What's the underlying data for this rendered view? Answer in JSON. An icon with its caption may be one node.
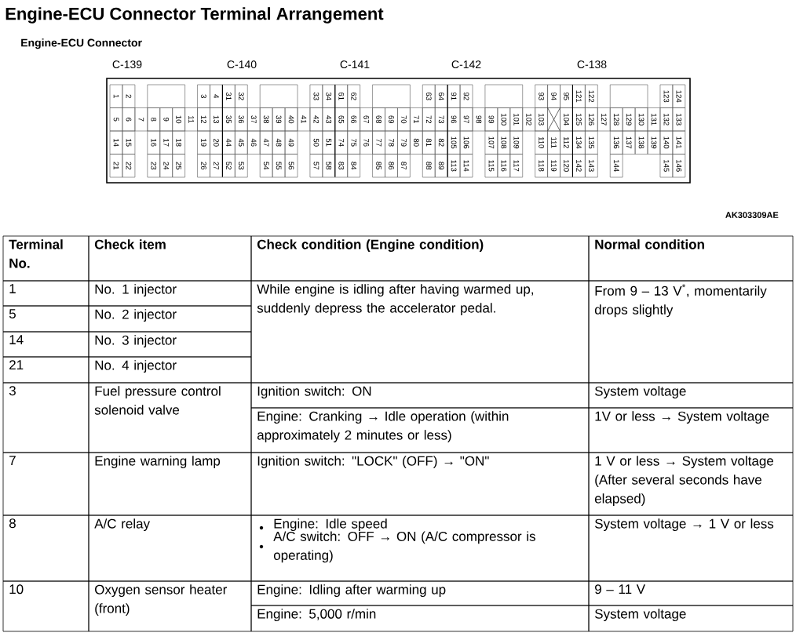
{
  "diagram": {
    "title": "Engine-ECU Connector Terminal Arrangement",
    "labels": [
      "Engine-ECU Connector",
      "C-139",
      "C-140",
      "C-141",
      "C-142",
      "C-138",
      "1",
      "2",
      "3",
      "4",
      "31",
      "32",
      "33",
      "34",
      "61",
      "62",
      "63",
      "64",
      "91",
      "92",
      "93",
      "94",
      "95",
      "121",
      "122",
      "123",
      "124",
      "5",
      "6",
      "7",
      "8",
      "9",
      "10",
      "11",
      "12",
      "13",
      "35",
      "36",
      "37",
      "38",
      "39",
      "40",
      "41",
      "42",
      "43",
      "65",
      "66",
      "67",
      "68",
      "69",
      "70",
      "71",
      "72",
      "73",
      "96",
      "97",
      "98",
      "99",
      "100",
      "101",
      "102",
      "103",
      "104",
      "125",
      "126",
      "127",
      "128",
      "129",
      "130",
      "131",
      "132",
      "133",
      "14",
      "15",
      "16",
      "17",
      "18",
      "19",
      "20",
      "44",
      "45",
      "46",
      "47",
      "48",
      "49",
      "50",
      "51",
      "74",
      "75",
      "76",
      "77",
      "78",
      "79",
      "80",
      "81",
      "82",
      "105",
      "106",
      "107",
      "108",
      "109",
      "110",
      "111",
      "112",
      "134",
      "135",
      "136",
      "137",
      "138",
      "139",
      "140",
      "141",
      "21",
      "22",
      "23",
      "24",
      "25",
      "26",
      "27",
      "52",
      "53",
      "54",
      "55",
      "56",
      "57",
      "58",
      "83",
      "84",
      "85",
      "86",
      "87",
      "88",
      "89",
      "113",
      "114",
      "115",
      "116",
      "117",
      "118",
      "119",
      "120",
      "142",
      "143",
      "144",
      "145",
      "146",
      "AK303309AE",
      "Terminal No.",
      "Check item",
      "Check condition (Engine condition)",
      "Normal condition",
      "1",
      "No. 1 injector",
      "While engine is idling after having warmed up, suddenly depress the accelerator pedal.",
      "From 9 – 13 V$^{*}$, momentarily drops slightly",
      "5",
      "No. 2 injector",
      "14",
      "No. 3 injector",
      "21",
      "No. 4 injector",
      "3",
      "Fuel pressure control solenoid valve",
      "Ignition switch: ON",
      "System voltage",
      "Engine: Cranking → Idle operation (within approximately 2 minutes or less)",
      "1V or less → System voltage",
      "7",
      "Engine warning lamp",
      "Ignition switch: \"LOCK\" (OFF) → \"ON\"",
      "1 V or less → System voltage (After several seconds have elapsed)",
      "8",
      "A/C relay",
      "Engine: Idle speed",
      "A/C switch: OFF → ON (A/C compressor is operating)",
      "System voltage → 1 V or less",
      "10",
      "Oxygen sensor heater (front)",
      "Engine: Idling after warming up",
      "9 – 11 V",
      "Engine: 5,000 r/min",
      "System voltage"
    ]
  }
}
